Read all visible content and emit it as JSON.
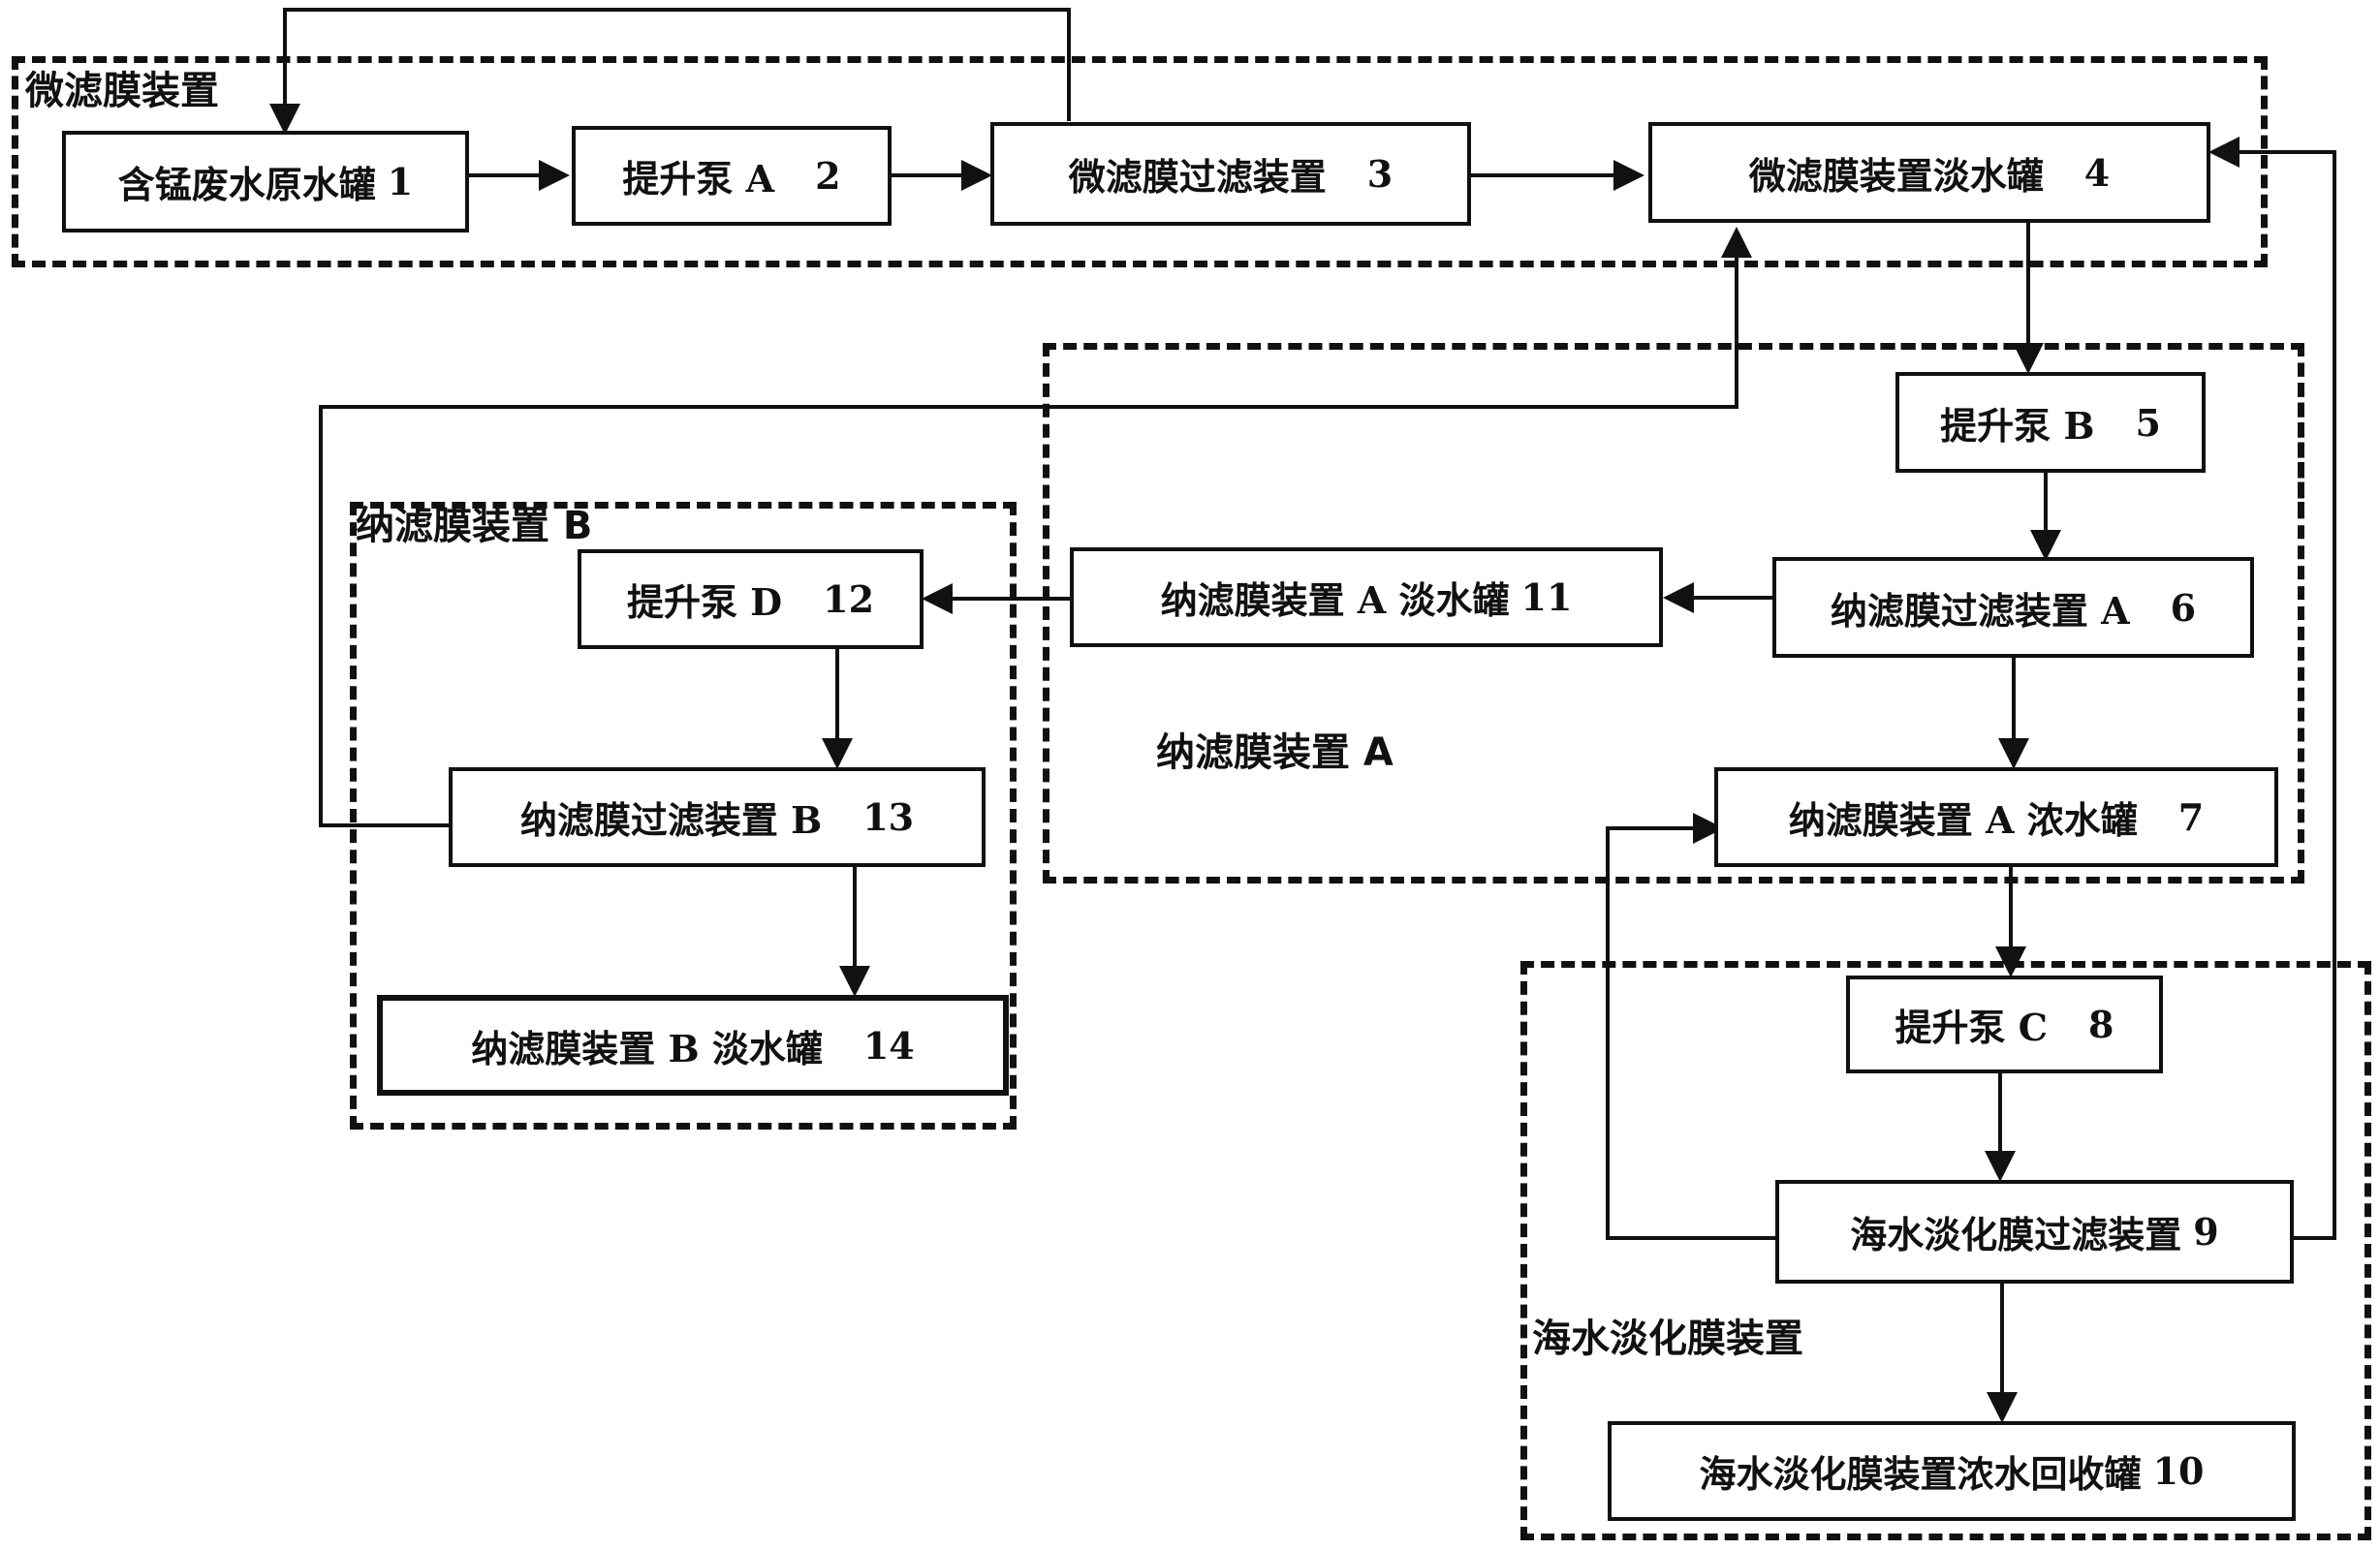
{
  "groups": {
    "microfiltration": {
      "label": "微滤膜装置"
    },
    "nanofiltration_a": {
      "label": "纳滤膜装置 A"
    },
    "nanofiltration_b": {
      "label": "纳滤膜装置 B"
    },
    "desalination": {
      "label": "海水淡化膜装置"
    }
  },
  "nodes": {
    "n1": {
      "label": "含锰废水原水罐",
      "num": "1"
    },
    "n2": {
      "label": "提升泵 A",
      "num": "2"
    },
    "n3": {
      "label": "微滤膜过滤装置",
      "num": "3"
    },
    "n4": {
      "label": "微滤膜装置淡水罐",
      "num": "4"
    },
    "n5": {
      "label": "提升泵 B",
      "num": "5"
    },
    "n6": {
      "label": "纳滤膜过滤装置 A",
      "num": "6"
    },
    "n7": {
      "label": "纳滤膜装置 A 浓水罐",
      "num": "7"
    },
    "n8": {
      "label": "提升泵 C",
      "num": "8"
    },
    "n9": {
      "label": "海水淡化膜过滤装置",
      "num": "9"
    },
    "n10": {
      "label": "海水淡化膜装置浓水回收罐",
      "num": "10"
    },
    "n11": {
      "label": "纳滤膜装置 A 淡水罐",
      "num": "11"
    },
    "n12": {
      "label": "提升泵 D",
      "num": "12"
    },
    "n13": {
      "label": "纳滤膜过滤装置 B",
      "num": "13"
    },
    "n14": {
      "label": "纳滤膜装置 B 淡水罐",
      "num": "14"
    }
  },
  "edges": [
    {
      "from": "n1",
      "to": "n2"
    },
    {
      "from": "n2",
      "to": "n3"
    },
    {
      "from": "n3",
      "to": "n1",
      "kind": "recycle"
    },
    {
      "from": "n3",
      "to": "n4"
    },
    {
      "from": "n4",
      "to": "n5"
    },
    {
      "from": "n5",
      "to": "n6"
    },
    {
      "from": "n6",
      "to": "n11"
    },
    {
      "from": "n6",
      "to": "n7"
    },
    {
      "from": "n11",
      "to": "n12"
    },
    {
      "from": "n12",
      "to": "n13"
    },
    {
      "from": "n13",
      "to": "n14"
    },
    {
      "from": "n13",
      "to": "n4",
      "kind": "recycle"
    },
    {
      "from": "n7",
      "to": "n8"
    },
    {
      "from": "n8",
      "to": "n9"
    },
    {
      "from": "n9",
      "to": "n10"
    },
    {
      "from": "n9",
      "to": "n7",
      "kind": "recycle"
    },
    {
      "from": "n9",
      "to": "n4",
      "kind": "recycle"
    }
  ]
}
